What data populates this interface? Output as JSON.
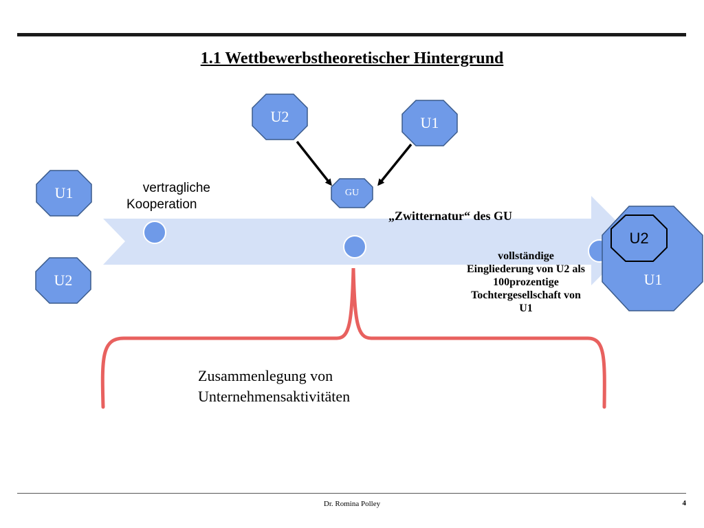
{
  "slide": {
    "title": "1.1 Wettbewerbstheoretischer Hintergrund",
    "footer": "Dr. Romina Polley",
    "page_number": "4"
  },
  "nodes": {
    "left_top": "U1",
    "left_bottom": "U2",
    "top_u2": "U2",
    "top_u1": "U1",
    "gu": "GU",
    "right_outer": "U1",
    "right_inner": "U2"
  },
  "labels": {
    "cooperation_line1": "vertragliche",
    "cooperation_line2": "Kooperation",
    "dual_nature": "„Zwitternatur“ des GU",
    "integration": [
      "vollständige",
      "Eingliederung von U2 als",
      "100prozentige",
      "Tochtergesellschaft von",
      "U1"
    ],
    "brace_line1": "Zusammenlegung von",
    "brace_line2": "Unternehmensaktivitäten"
  },
  "colors": {
    "node_fill": "#6f9ae8",
    "node_stroke": "#3a5a8a",
    "arrow_band": "#d5e1f7",
    "brace": "#e8615f",
    "connector": "#000000"
  }
}
